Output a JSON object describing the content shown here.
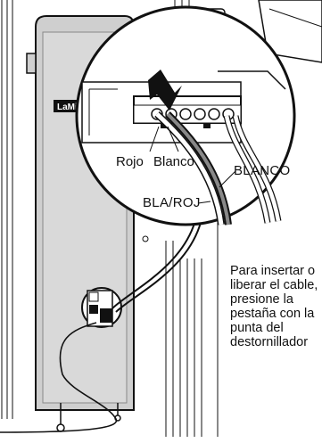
{
  "diagram": {
    "brand_text": "LaMi",
    "labels": {
      "rojo": "Rojo",
      "blanco": "Blanco",
      "blanco_caps": "BLANCO",
      "bla_roj": "BLA/ROJ"
    },
    "instruction_lines": [
      "Para insertar o",
      "liberar el cable,",
      "presione la",
      "pestaña con la",
      "punta del",
      "destornillador"
    ],
    "colors": {
      "line": "#111111",
      "panel": "#cfcfcf",
      "background": "#ffffff"
    }
  }
}
